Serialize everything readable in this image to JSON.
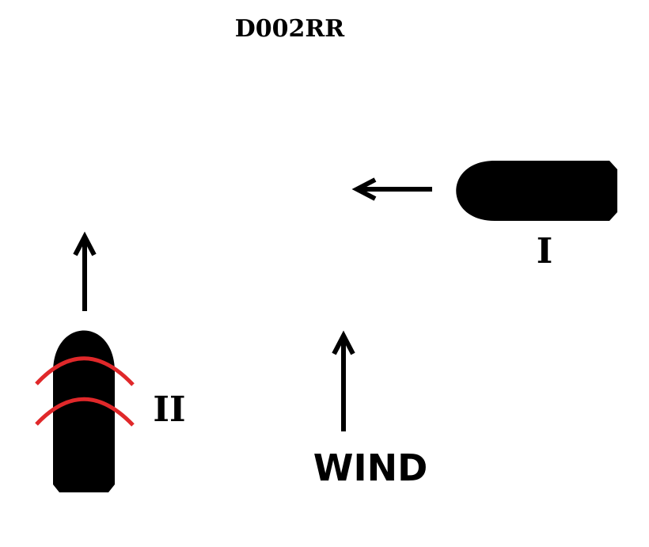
{
  "title": "D002RR",
  "vessels": [
    {
      "id": "I",
      "label": "I",
      "heading": "west"
    },
    {
      "id": "II",
      "label": "II",
      "heading": "north"
    }
  ],
  "wind": {
    "label": "WIND",
    "direction": "north"
  },
  "colors": {
    "hull": "#000000",
    "arrow": "#000000",
    "signal": "#e0282a",
    "background": "#ffffff"
  }
}
